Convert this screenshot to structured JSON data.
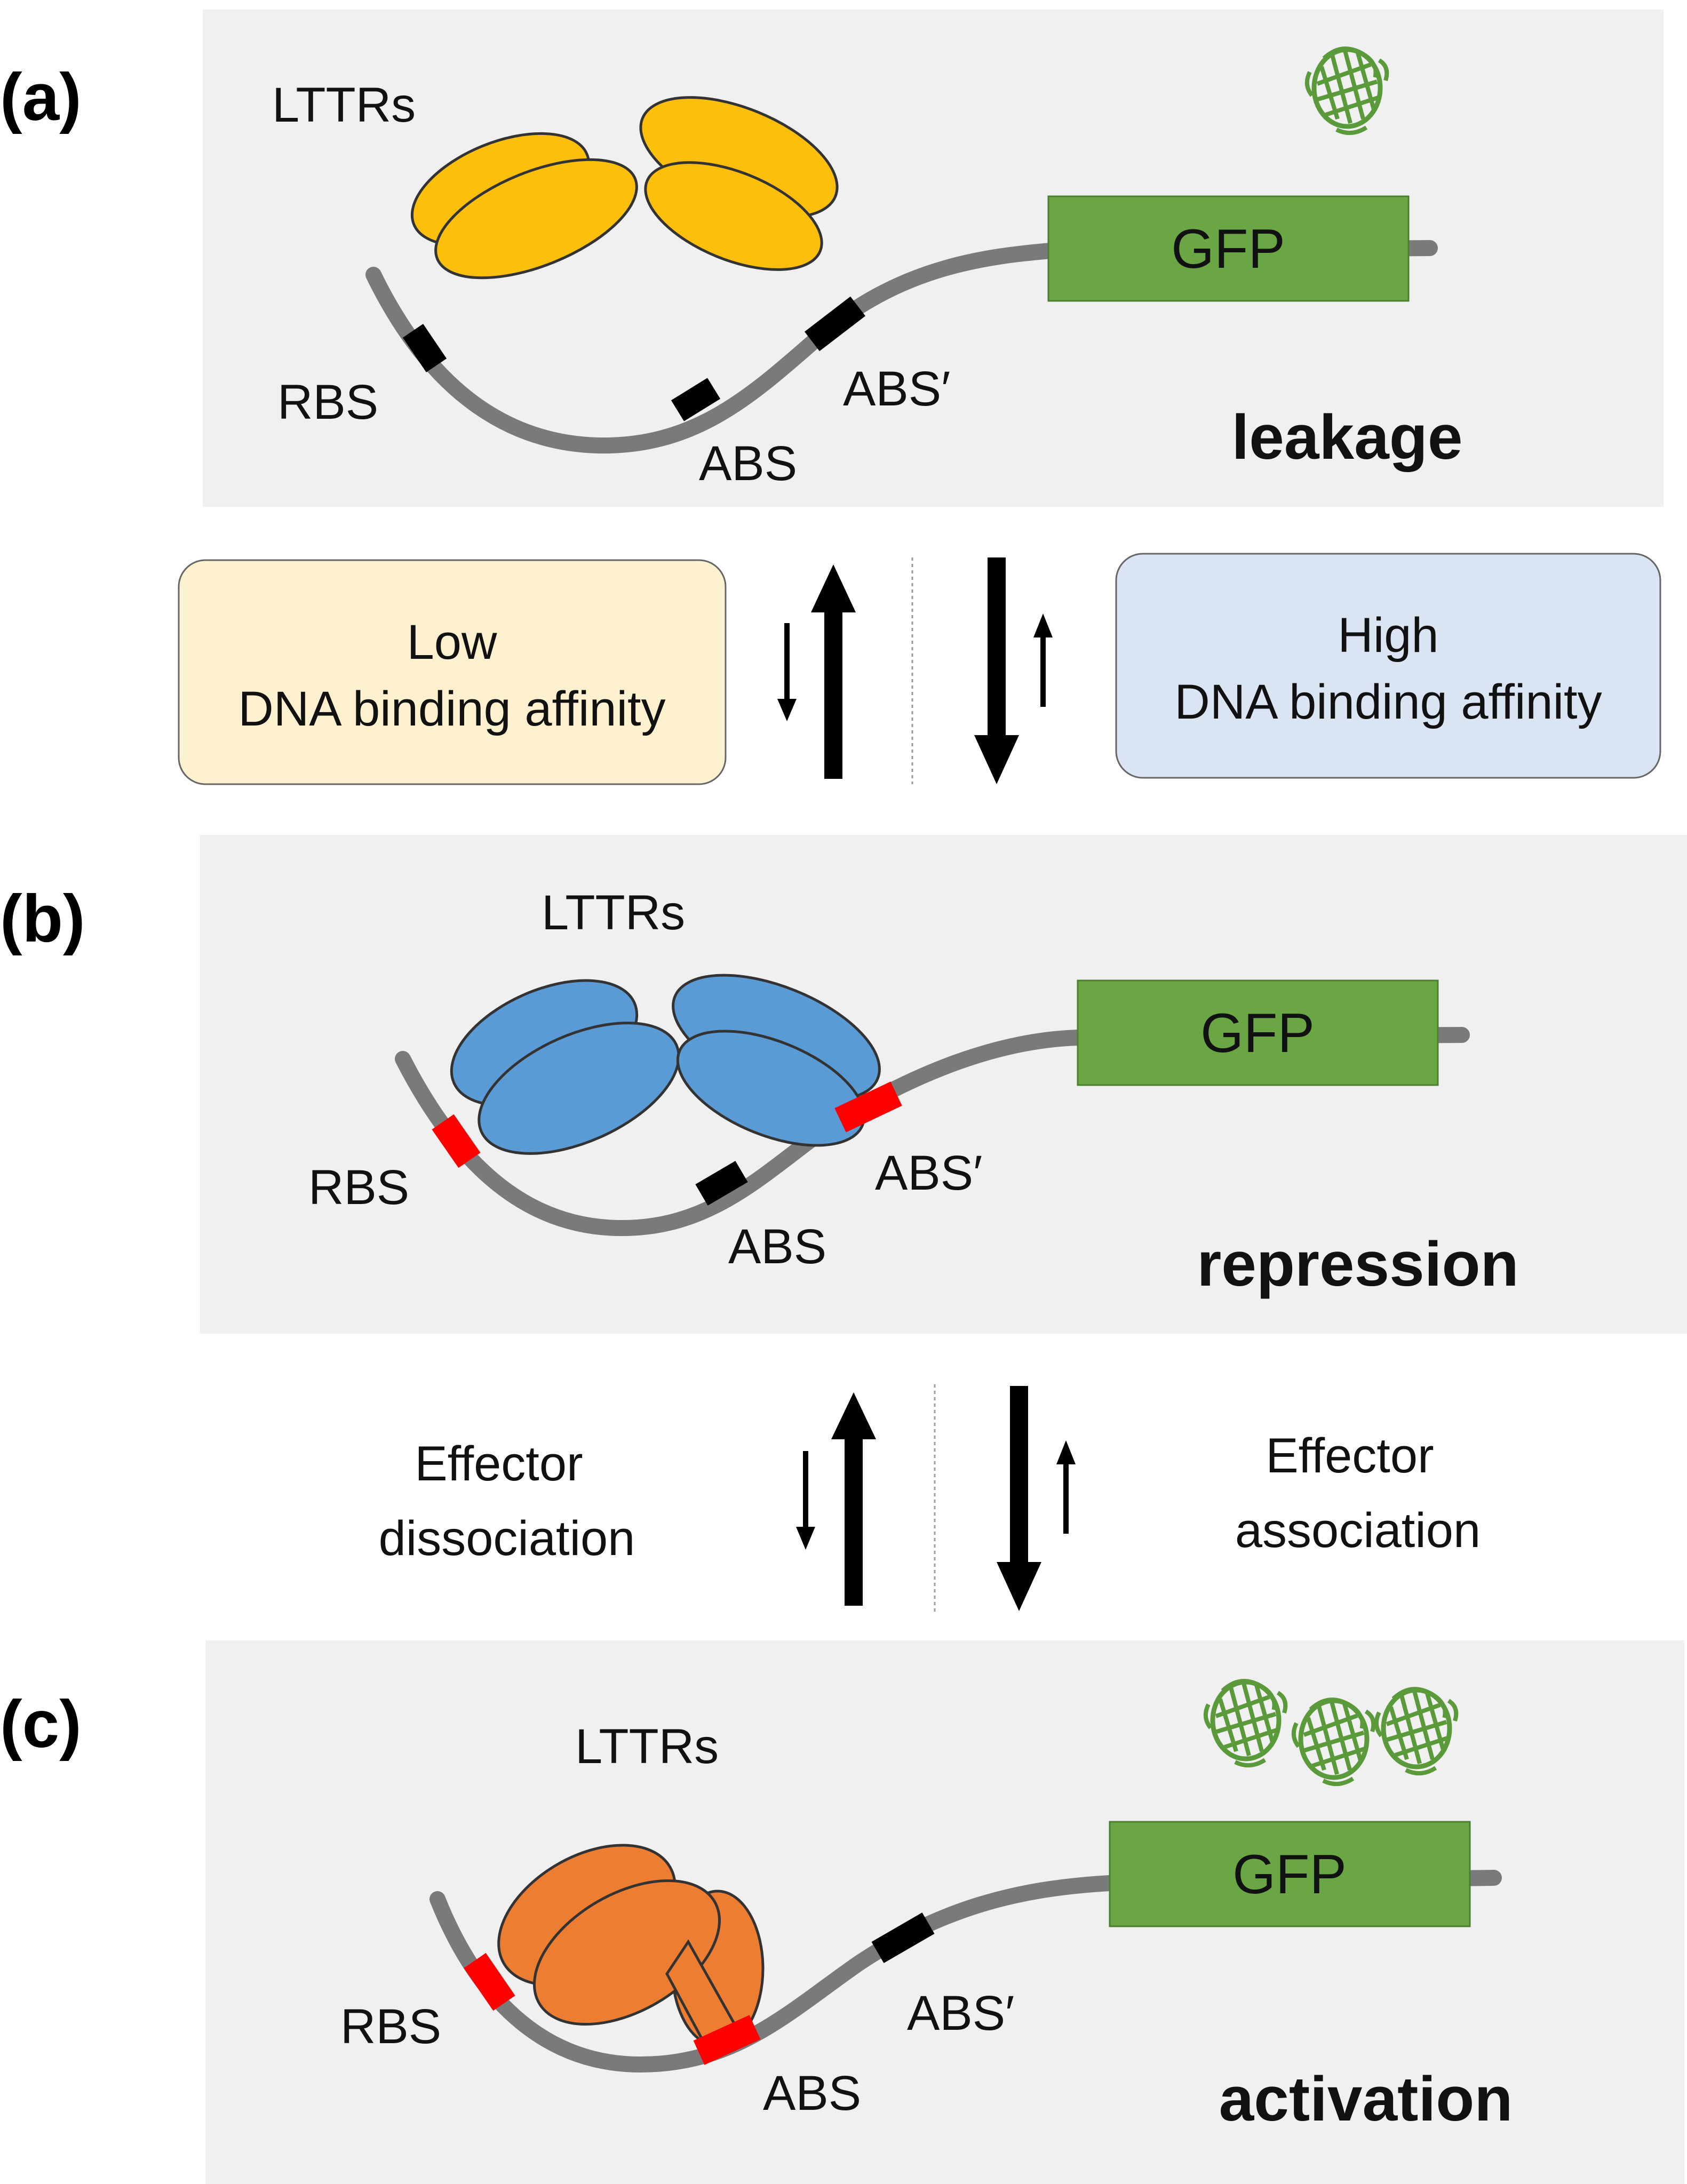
{
  "colors": {
    "panel_bg": "#f0f0f0",
    "dna": "#7a7a7a",
    "site_unbound": "#000000",
    "site_bound": "#ff0000",
    "gfp_box": "#6aa643",
    "gfp_protein": "#5b9a3a",
    "lttr_leakage": "#fbbf0c",
    "lttr_repression": "#5b9bd5",
    "lttr_activation": "#ed7d31",
    "low_box": "#fdf1cf",
    "high_box": "#dbe4f2"
  },
  "icons": [
    "gfp-protein-icon"
  ],
  "panels": [
    {
      "letter": "(a)",
      "lttr_label": "LTTRs",
      "gfp_label": "GFP",
      "rbs_label": "RBS",
      "abs_label": "ABS",
      "abs_prime_label": "ABS′",
      "state": "leakage"
    },
    {
      "letter": "(b)",
      "lttr_label": "LTTRs",
      "gfp_label": "GFP",
      "rbs_label": "RBS",
      "abs_label": "ABS",
      "abs_prime_label": "ABS′",
      "state": "repression"
    },
    {
      "letter": "(c)",
      "lttr_label": "LTTRs",
      "gfp_label": "GFP",
      "rbs_label": "RBS",
      "abs_label": "ABS",
      "abs_prime_label": "ABS′",
      "state": "activation"
    }
  ],
  "transition1": {
    "left_box_line1": "Low",
    "left_box_line2": "DNA binding affinity",
    "right_box_line1": "High",
    "right_box_line2": "DNA binding affinity"
  },
  "transition2": {
    "left_line1": "Effector",
    "left_line2": "dissociation",
    "right_line1": "Effector",
    "right_line2": "association"
  }
}
